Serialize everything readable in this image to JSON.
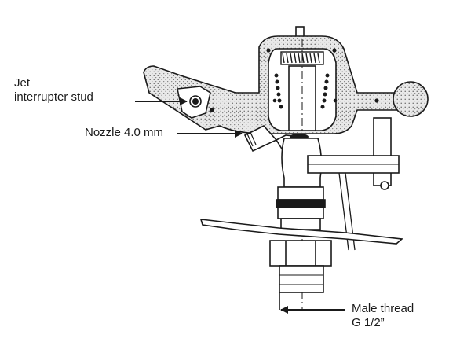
{
  "labels": {
    "jet_line1": "Jet",
    "jet_line2": "interrupter stud",
    "nozzle": "Nozzle 4.0 mm",
    "thread_line1": "Male thread",
    "thread_line2": "G 1/2”"
  },
  "colors": {
    "line": "#1a1a1a",
    "stipple_fill": "#cfcfcf",
    "background": "#ffffff"
  }
}
